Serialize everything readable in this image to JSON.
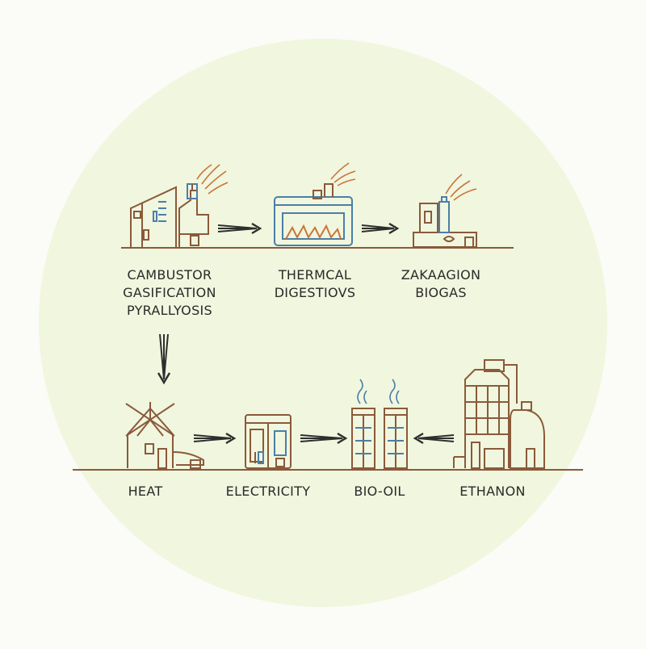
{
  "colors": {
    "background": "#fbfbf7",
    "circle_fill": "#f1f6de",
    "line_brown": "#8a5a3a",
    "line_dark": "#2e2e2e",
    "accent_blue": "#4a7fa8",
    "flame_orange": "#c9753a"
  },
  "top_row": [
    {
      "id": "combustor",
      "icon": "factory-icon",
      "lines": [
        "CAMBUSTOR",
        "GASIFICATION",
        "PYRALLYOSIS"
      ]
    },
    {
      "id": "thermal",
      "icon": "furnace-icon",
      "lines": [
        "THERMCAL",
        "DIGESTIOVS"
      ]
    },
    {
      "id": "zakaagion",
      "icon": "digester-icon",
      "lines": [
        "ZAKAAGION",
        "BIOGAS"
      ]
    }
  ],
  "bottom_row": [
    {
      "id": "heat",
      "icon": "windmill-house-icon",
      "label": "HEAT"
    },
    {
      "id": "electricity",
      "icon": "power-cabinet-icon",
      "label": "ELECTRICITY"
    },
    {
      "id": "bio-oil",
      "icon": "twin-tower-icon",
      "label": "BIO-OIL"
    },
    {
      "id": "ethanon",
      "icon": "distillery-icon",
      "label": "ETHANON"
    }
  ],
  "arrows": [
    {
      "id": "combustor-to-thermal",
      "direction": "right"
    },
    {
      "id": "thermal-to-zakaagion",
      "direction": "right"
    },
    {
      "id": "combustor-to-heat",
      "direction": "down"
    },
    {
      "id": "heat-to-electricity",
      "direction": "right"
    },
    {
      "id": "electricity-to-bio-oil",
      "direction": "right"
    },
    {
      "id": "ethanon-to-bio-oil",
      "direction": "left"
    }
  ]
}
